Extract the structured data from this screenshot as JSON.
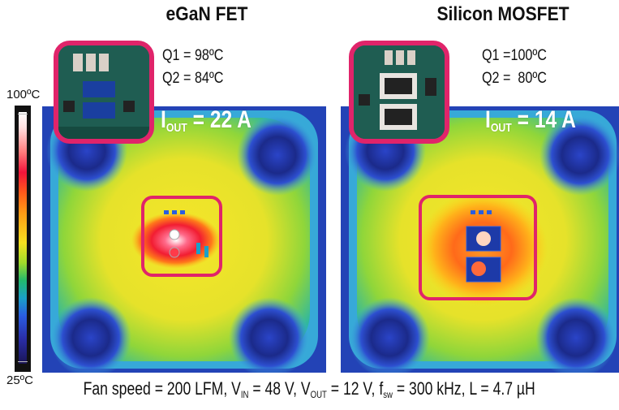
{
  "titles": {
    "left": "eGaN FET",
    "right": "Silicon MOSFET"
  },
  "scale": {
    "top": "100ºC",
    "bottom": "25ºC"
  },
  "colors": {
    "frame": "#e0246a",
    "background": "#ffffff"
  },
  "left_panel": {
    "q1": "Q1 = 98ºC",
    "q2": "Q2 = 84ºC",
    "iout_label": "I",
    "iout_sub": "OUT",
    "iout_value": " = 22 A"
  },
  "right_panel": {
    "q1": "Q1 =100ºC",
    "q2": "Q2 =  80ºC",
    "iout_label": "I",
    "iout_sub": "OUT",
    "iout_value": " = 14 A"
  },
  "caption": {
    "p1": "Fan speed = 200 LFM, V",
    "s1": "IN",
    "p2": " = 48 V, V",
    "s2": "OUT",
    "p3": " = 12 V, f",
    "s3": "sw",
    "p4": " = 300 kHz, L = 4.7 µH"
  }
}
